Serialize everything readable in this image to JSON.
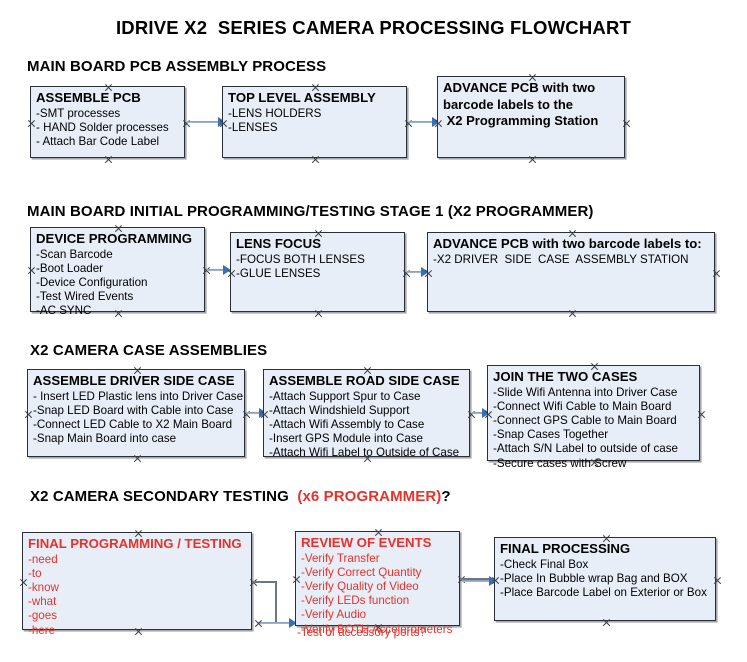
{
  "document": {
    "title": "IDRIVE X2  SERIES CAMERA PROCESSING FLOWCHART"
  },
  "colors": {
    "box_fill": "#e8eef7",
    "box_border": "#2b2f36",
    "connector": "#9db4ce",
    "arrow": "#3a6fb5",
    "accent_red": "#e8312a",
    "text": "#000000"
  },
  "sections": [
    {
      "id": "main-board-pcb-assembly",
      "heading": "MAIN BOARD PCB ASSEMBLY PROCESS",
      "heading_accent": "",
      "heading_suffix": ""
    },
    {
      "id": "main-board-initial-programming",
      "heading": "MAIN BOARD INITIAL PROGRAMMING/TESTING STAGE 1 (X2 PROGRAMMER)",
      "heading_accent": "",
      "heading_suffix": ""
    },
    {
      "id": "x2-camera-case-assemblies",
      "heading": "X2 CAMERA CASE ASSEMBLIES",
      "heading_accent": "",
      "heading_suffix": ""
    },
    {
      "id": "x2-camera-secondary-testing",
      "heading": "X2 CAMERA SECONDARY TESTING  ",
      "heading_accent": "(x6 PROGRAMMER)",
      "heading_suffix": "?"
    }
  ],
  "nodes": {
    "assemble_pcb": {
      "title": "ASSEMBLE PCB",
      "items": [
        "-SMT processes",
        "- HAND Solder processes",
        "- Attach Bar Code Label"
      ]
    },
    "top_level_assembly": {
      "title": "TOP LEVEL ASSEMBLY",
      "items": [
        "-LENS HOLDERS",
        "-LENSES"
      ]
    },
    "advance_pcb_programming_station": {
      "title": "ADVANCE PCB with two",
      "items": [
        "barcode labels to the",
        " X2 Programming Station"
      ]
    },
    "device_programming": {
      "title": "DEVICE PROGRAMMING",
      "items": [
        "-Scan Barcode",
        "-Boot Loader",
        "-Device Configuration",
        "-Test Wired Events",
        "-AC SYNC"
      ]
    },
    "lens_focus": {
      "title": "LENS FOCUS",
      "items": [
        "-FOCUS BOTH LENSES",
        "-GLUE LENSES"
      ]
    },
    "advance_pcb_driver_side": {
      "title": "ADVANCE PCB with two barcode labels to:",
      "items": [
        "-X2 DRIVER  SIDE  CASE  ASSEMBLY STATION"
      ]
    },
    "assemble_driver_side_case": {
      "title": "ASSEMBLE DRIVER SIDE CASE",
      "items": [
        "- Insert LED Plastic lens into Driver Case",
        "-Snap LED Board with Cable into Case",
        "-Connect LED Cable to X2 Main Board",
        "-Snap Main Board into case"
      ]
    },
    "assemble_road_side_case": {
      "title": "ASSEMBLE ROAD SIDE CASE",
      "items": [
        "-Attach Support Spur to Case",
        "-Attach Windshield Support",
        "-Attach Wifi Assembly to Case",
        "-Insert GPS Module into Case",
        "-Attach Wifi Label to Outside of Case"
      ]
    },
    "join_the_two_cases": {
      "title": "JOIN THE TWO CASES",
      "items": [
        "-Slide Wifi Antenna into Driver Case",
        "-Connect Wifi Cable to Main Board",
        "-Connect GPS Cable to Main Board",
        "-Snap Cases Together",
        "-Attach S/N Label to outside of case",
        "-Secure cases with Screw"
      ]
    },
    "final_programming_testing": {
      "title": "FINAL PROGRAMMING / TESTING",
      "items": [
        "-need",
        "-to",
        "-know",
        "-what",
        "-goes",
        "-here"
      ]
    },
    "review_of_events": {
      "title": "REVIEW OF EVENTS",
      "items": [
        "-Verify Transfer",
        "-Verify Correct Quantity",
        "-Verify Quality of Video",
        "-Verify LEDs function",
        "-Verify Audio",
        "-Verify BOTH Accelerometers"
      ],
      "overflow_item": "-Test of accessory ports?"
    },
    "final_processing": {
      "title": "FINAL PROCESSING",
      "items": [
        "-Check Final Box",
        "-Place In Bubble wrap Bag and BOX",
        "-Place Barcode Label on Exterior or Box"
      ]
    }
  }
}
